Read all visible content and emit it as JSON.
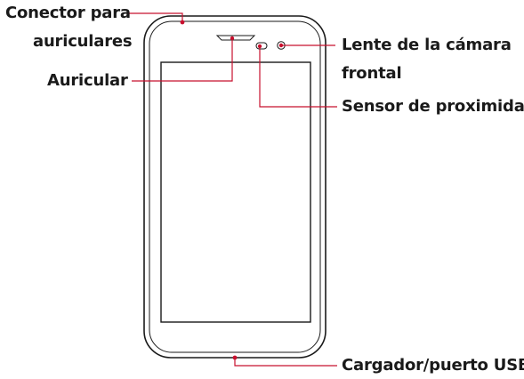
{
  "labels": {
    "headset_jack": [
      "Conector para",
      "auriculares"
    ],
    "earpiece": "Auricular",
    "front_camera": [
      "Lente de la cámara",
      "frontal"
    ],
    "proximity_sensor": "Sensor de proximidad",
    "charger_usb": "Cargador/puerto USB"
  },
  "colors": {
    "callout": "#c8102e",
    "outline": "#1a1a1a",
    "text": "#1a1a1a"
  }
}
